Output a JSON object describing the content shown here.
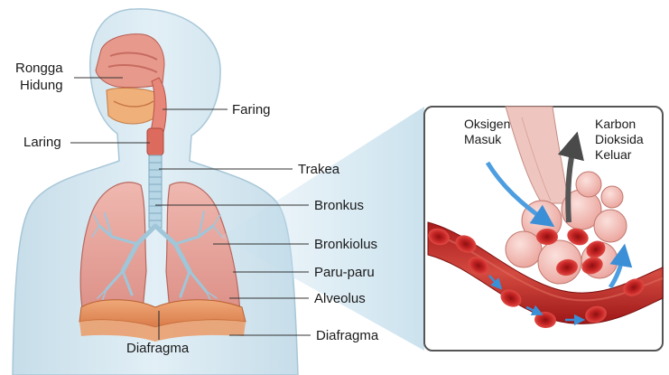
{
  "labels": {
    "rongga_hidung_line1": "Rongga",
    "rongga_hidung_line2": "Hidung",
    "faring": "Faring",
    "laring": "Laring",
    "trakea": "Trakea",
    "bronkus": "Bronkus",
    "bronkiolus": "Bronkiolus",
    "paru_paru": "Paru-paru",
    "alveolus": "Alveolus",
    "diafragma_right": "Diafragma",
    "diafragma_bottom": "Diafragma"
  },
  "inset": {
    "oksigen_line1": "Oksigen",
    "oksigen_line2": "Masuk",
    "karbon_line1": "Karbon",
    "karbon_line2": "Dioksida",
    "karbon_line3": "Keluar"
  },
  "colors": {
    "body": "#d4e6f0",
    "lung": "#e9a8a0",
    "diaphragm": "#e9925f",
    "blood": "#c82a2a",
    "vessel": "#b32020",
    "airway": "#a9cfe0",
    "alveoli": "#f2b8b2",
    "inflow_arrow": "#4d9ee0",
    "outflow_arrow": "#555555"
  }
}
